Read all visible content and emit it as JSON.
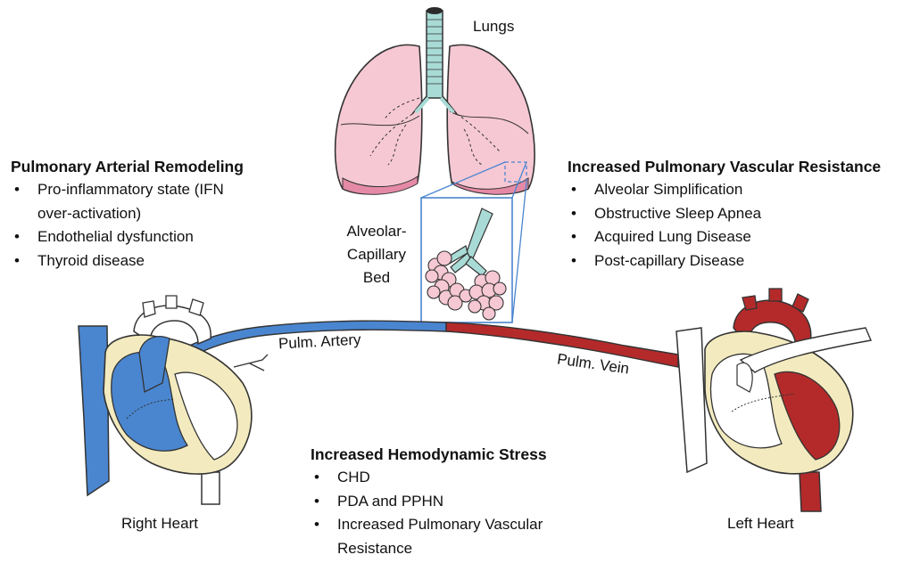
{
  "labels": {
    "lungs": "Lungs",
    "alveolar_bed": [
      "Alveolar-",
      "Capillary",
      "Bed"
    ],
    "pulm_artery": "Pulm. Artery",
    "pulm_vein": "Pulm. Vein",
    "right_heart": "Right Heart",
    "left_heart": "Left Heart"
  },
  "sections": {
    "remodeling": {
      "title": "Pulmonary Arterial Remodeling",
      "items": [
        "Pro-inflammatory state (IFN",
        "Endothelial dysfunction",
        "Thyroid disease"
      ],
      "item0_cont": "over-activation)"
    },
    "resistance": {
      "title": "Increased Pulmonary Vascular Resistance",
      "items": [
        "Alveolar Simplification",
        "Obstructive Sleep Apnea",
        "Acquired Lung Disease",
        "Post-capillary Disease"
      ]
    },
    "hemodynamic": {
      "title": "Increased Hemodynamic Stress",
      "items": [
        "CHD",
        "PDA and PPHN",
        "Increased Pulmonary Vascular"
      ],
      "item2_cont": "Resistance"
    }
  },
  "colors": {
    "deoxygenated_blue": "#4a86d0",
    "oxygenated_red": "#b42a2a",
    "lung_pink": "#f6c8d4",
    "wall_cream": "#f3ebbf",
    "trachea_teal": "#a9dbd6"
  },
  "icons": [
    "lungs-illustration",
    "alveoli-illustration",
    "right-heart-illustration",
    "left-heart-illustration"
  ]
}
